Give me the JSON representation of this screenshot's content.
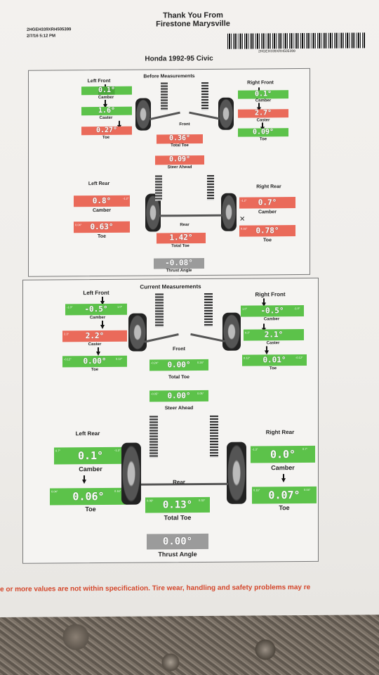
{
  "header": {
    "line1": "Thank You From",
    "line2": "Firestone Marysville",
    "vin": "2HGEH339XRH505399",
    "datetime": "2/7/16 5:12 PM",
    "barcode_text": "2HGEH339XRH505399",
    "vehicle": "Honda 1992-95 Civic"
  },
  "colors": {
    "green": "#5cc24a",
    "red": "#ea6a5a",
    "gray": "#9b9b9b"
  },
  "before": {
    "title": "Before Measurements",
    "left_front": {
      "name": "Left Front",
      "camber": "0.1°",
      "caster": "1.6°",
      "toe": "0.27°"
    },
    "right_front": {
      "name": "Right Front",
      "camber": "0.1°",
      "caster": "2.7°",
      "toe": "0.09°"
    },
    "front_total_toe": "0.36°",
    "steer_ahead": "0.09°",
    "left_rear": {
      "name": "Left Rear",
      "camber": "0.8°",
      "toe": "0.63°",
      "lim_a": "-1.2°",
      "lim_b": "0.04°"
    },
    "right_rear": {
      "name": "Right Rear",
      "camber": "0.7°",
      "toe": "0.78°",
      "lim_a": "-1.2°",
      "lim_b": "0.16°"
    },
    "rear_total_toe": "1.42°",
    "thrust": "-0.08°"
  },
  "current": {
    "title": "Current Measurements",
    "left_front": {
      "name": "Left Front",
      "camber": "-0.5°",
      "caster": "2.2°",
      "toe": "0.00°",
      "lim_c1": "-1.0°",
      "lim_c2": "1.0°",
      "lim_s1": "2.3°",
      "lim_t1": "-0.12°",
      "lim_t2": "0.12°"
    },
    "right_front": {
      "name": "Right Front",
      "camber": "-0.5°",
      "caster": "2.1°",
      "toe": "0.01°",
      "lim_c1": "1.0°",
      "lim_c2": "-1.0°",
      "lim_s1": "0.2°",
      "lim_t1": "0.12°",
      "lim_t2": "-0.12°"
    },
    "front_total_toe": "0.00°",
    "front_lim_a": "-0.24°",
    "front_lim_b": "0.24°",
    "steer_ahead": "0.00°",
    "steer_lim_a": "-0.05°",
    "steer_lim_b": "0.05°",
    "left_rear": {
      "name": "Left Rear",
      "camber": "0.1°",
      "toe": "0.06°",
      "lim_c1": "0.7°",
      "lim_c2": "-1.3°",
      "lim_t1": "0.04°",
      "lim_t2": "0.16°"
    },
    "right_rear": {
      "name": "Right Rear",
      "camber": "0.0°",
      "toe": "0.07°",
      "lim_c1": "-1.3°",
      "lim_c2": "0.7°",
      "lim_t1": "0.16°",
      "lim_t2": "0.04°"
    },
    "rear_total_toe": "0.13°",
    "rear_lim_a": "0.08°",
    "rear_lim_b": "0.32°",
    "thrust": "0.00°"
  },
  "labels": {
    "camber": "Camber",
    "caster": "Caster",
    "toe": "Toe",
    "front": "Front",
    "rear": "Rear",
    "total_toe": "Total Toe",
    "steer_ahead": "Steer Ahead",
    "thrust_angle": "Thrust Angle"
  },
  "warning": "e or more values are not within specification. Tire wear, handling and safety problems may re"
}
